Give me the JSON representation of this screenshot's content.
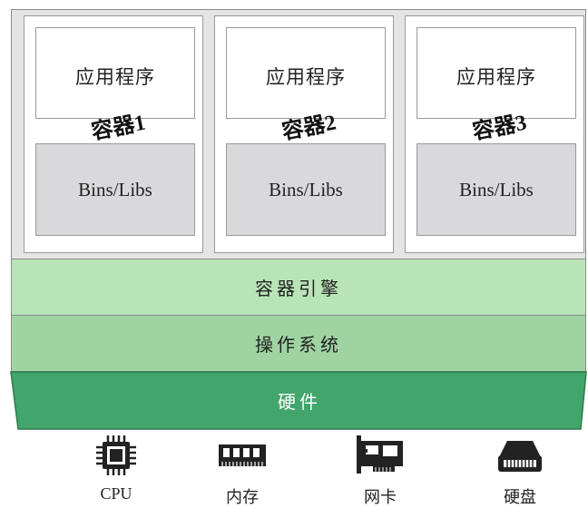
{
  "containers": [
    {
      "app": "应用程序",
      "libs": "Bins/Libs",
      "name": "容器1"
    },
    {
      "app": "应用程序",
      "libs": "Bins/Libs",
      "name": "容器2"
    },
    {
      "app": "应用程序",
      "libs": "Bins/Libs",
      "name": "容器3"
    }
  ],
  "layers": {
    "engine": "容器引擎",
    "os": "操作系统",
    "hardware": "硬件"
  },
  "devices": [
    {
      "label": "CPU",
      "icon": "cpu-icon"
    },
    {
      "label": "内存",
      "icon": "memory-icon"
    },
    {
      "label": "网卡",
      "icon": "network-card-icon"
    },
    {
      "label": "硬盘",
      "icon": "hard-disk-icon"
    }
  ],
  "colors": {
    "engine": "#b9e4b7",
    "os": "#9fd4a2",
    "hardware": "#41a56c",
    "container_bg": "#e4e4e4",
    "libs_bg": "#d9d9dc"
  }
}
